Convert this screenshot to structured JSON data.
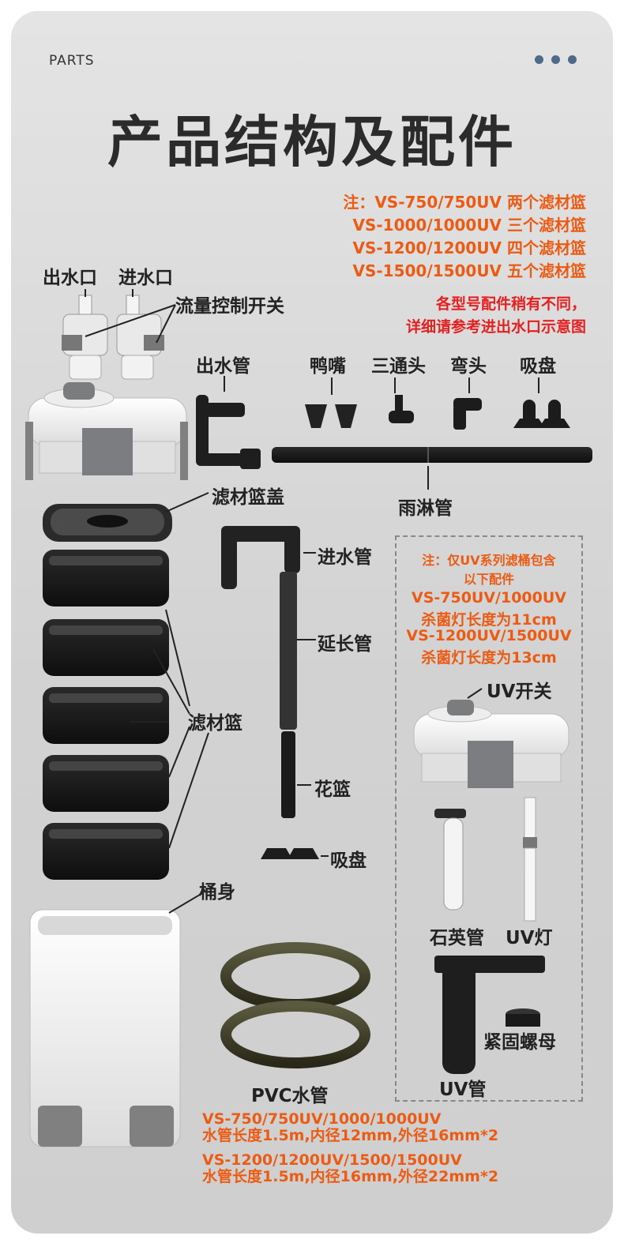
{
  "header": {
    "tag": "PARTS",
    "title": "产品结构及配件"
  },
  "notes": {
    "models": [
      "注：VS-750/750UV  两个滤材篮",
      "VS-1000/1000UV  三个滤材篮",
      "VS-1200/1200UV  四个滤材篮",
      "VS-1500/1500UV  五个滤材篮"
    ],
    "warning": [
      "各型号配件稍有不同，",
      "详细请参考进出水口示意图"
    ]
  },
  "labels": {
    "outlet": "出水口",
    "inlet": "进水口",
    "flow_switch": "流量控制开关",
    "outlet_pipe": "出水管",
    "duckbill": "鸭嘴",
    "tee": "三通头",
    "elbow": "弯头",
    "sucker_top": "吸盘",
    "spray_bar": "雨淋管",
    "basket_lid": "滤材篮盖",
    "intake_pipe": "进水管",
    "extension_pipe": "延长管",
    "baskets": "滤材篮",
    "strainer": "花篮",
    "sucker_mid": "吸盘",
    "canister": "桶身",
    "pvc_hose": "PVC水管"
  },
  "uv": {
    "note": [
      "注：仅UV系列滤桶包含",
      "以下配件"
    ],
    "lamp_lengths": [
      "VS-750UV/1000UV",
      "杀菌灯长度为11cm",
      "VS-1200UV/1500UV",
      "杀菌灯长度为13cm"
    ],
    "uv_switch": "UV开关",
    "quartz": "石英管",
    "uv_lamp": "UV灯",
    "nut": "紧固螺母",
    "uv_tube": "UV管"
  },
  "hose_specs": [
    "VS-750/750UV/1000/1000UV",
    "水管长度1.5m,内径12mm,外径16mm*2",
    "VS-1200/1200UV/1500/1500UV",
    "水管长度1.5m,内径16mm,外径22mm*2"
  ],
  "colors": {
    "accent": "#ec5b13",
    "warning": "#e42121",
    "dots": "#4e6a8a"
  }
}
